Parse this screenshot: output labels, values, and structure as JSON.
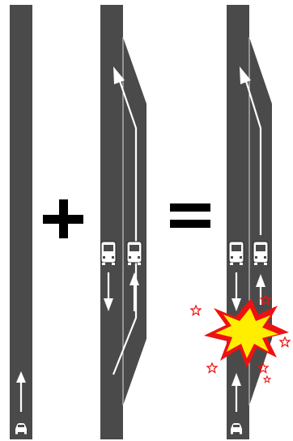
{
  "colors": {
    "road": "#4a4a4a",
    "road_edge": "#3a3a3a",
    "marking": "#ffffff",
    "operator": "#000000",
    "burst_fill": "#ffee00",
    "burst_stroke": "#ee1111",
    "background": "#ffffff"
  },
  "icons": {
    "plus": "plus-icon",
    "equals": "equals-icon",
    "car": "car-icon",
    "bus": "bus-icon",
    "arrow": "arrow-icon",
    "collision": "collision-burst-icon",
    "star": "star-icon"
  },
  "panels": [
    {
      "id": "single-lane-road",
      "vehicles": [
        "car"
      ]
    },
    {
      "id": "temporary-bus-lane",
      "vehicles": [
        "bus",
        "bus"
      ]
    },
    {
      "id": "combined-collision",
      "vehicles": [
        "bus",
        "bus",
        "car"
      ]
    }
  ]
}
